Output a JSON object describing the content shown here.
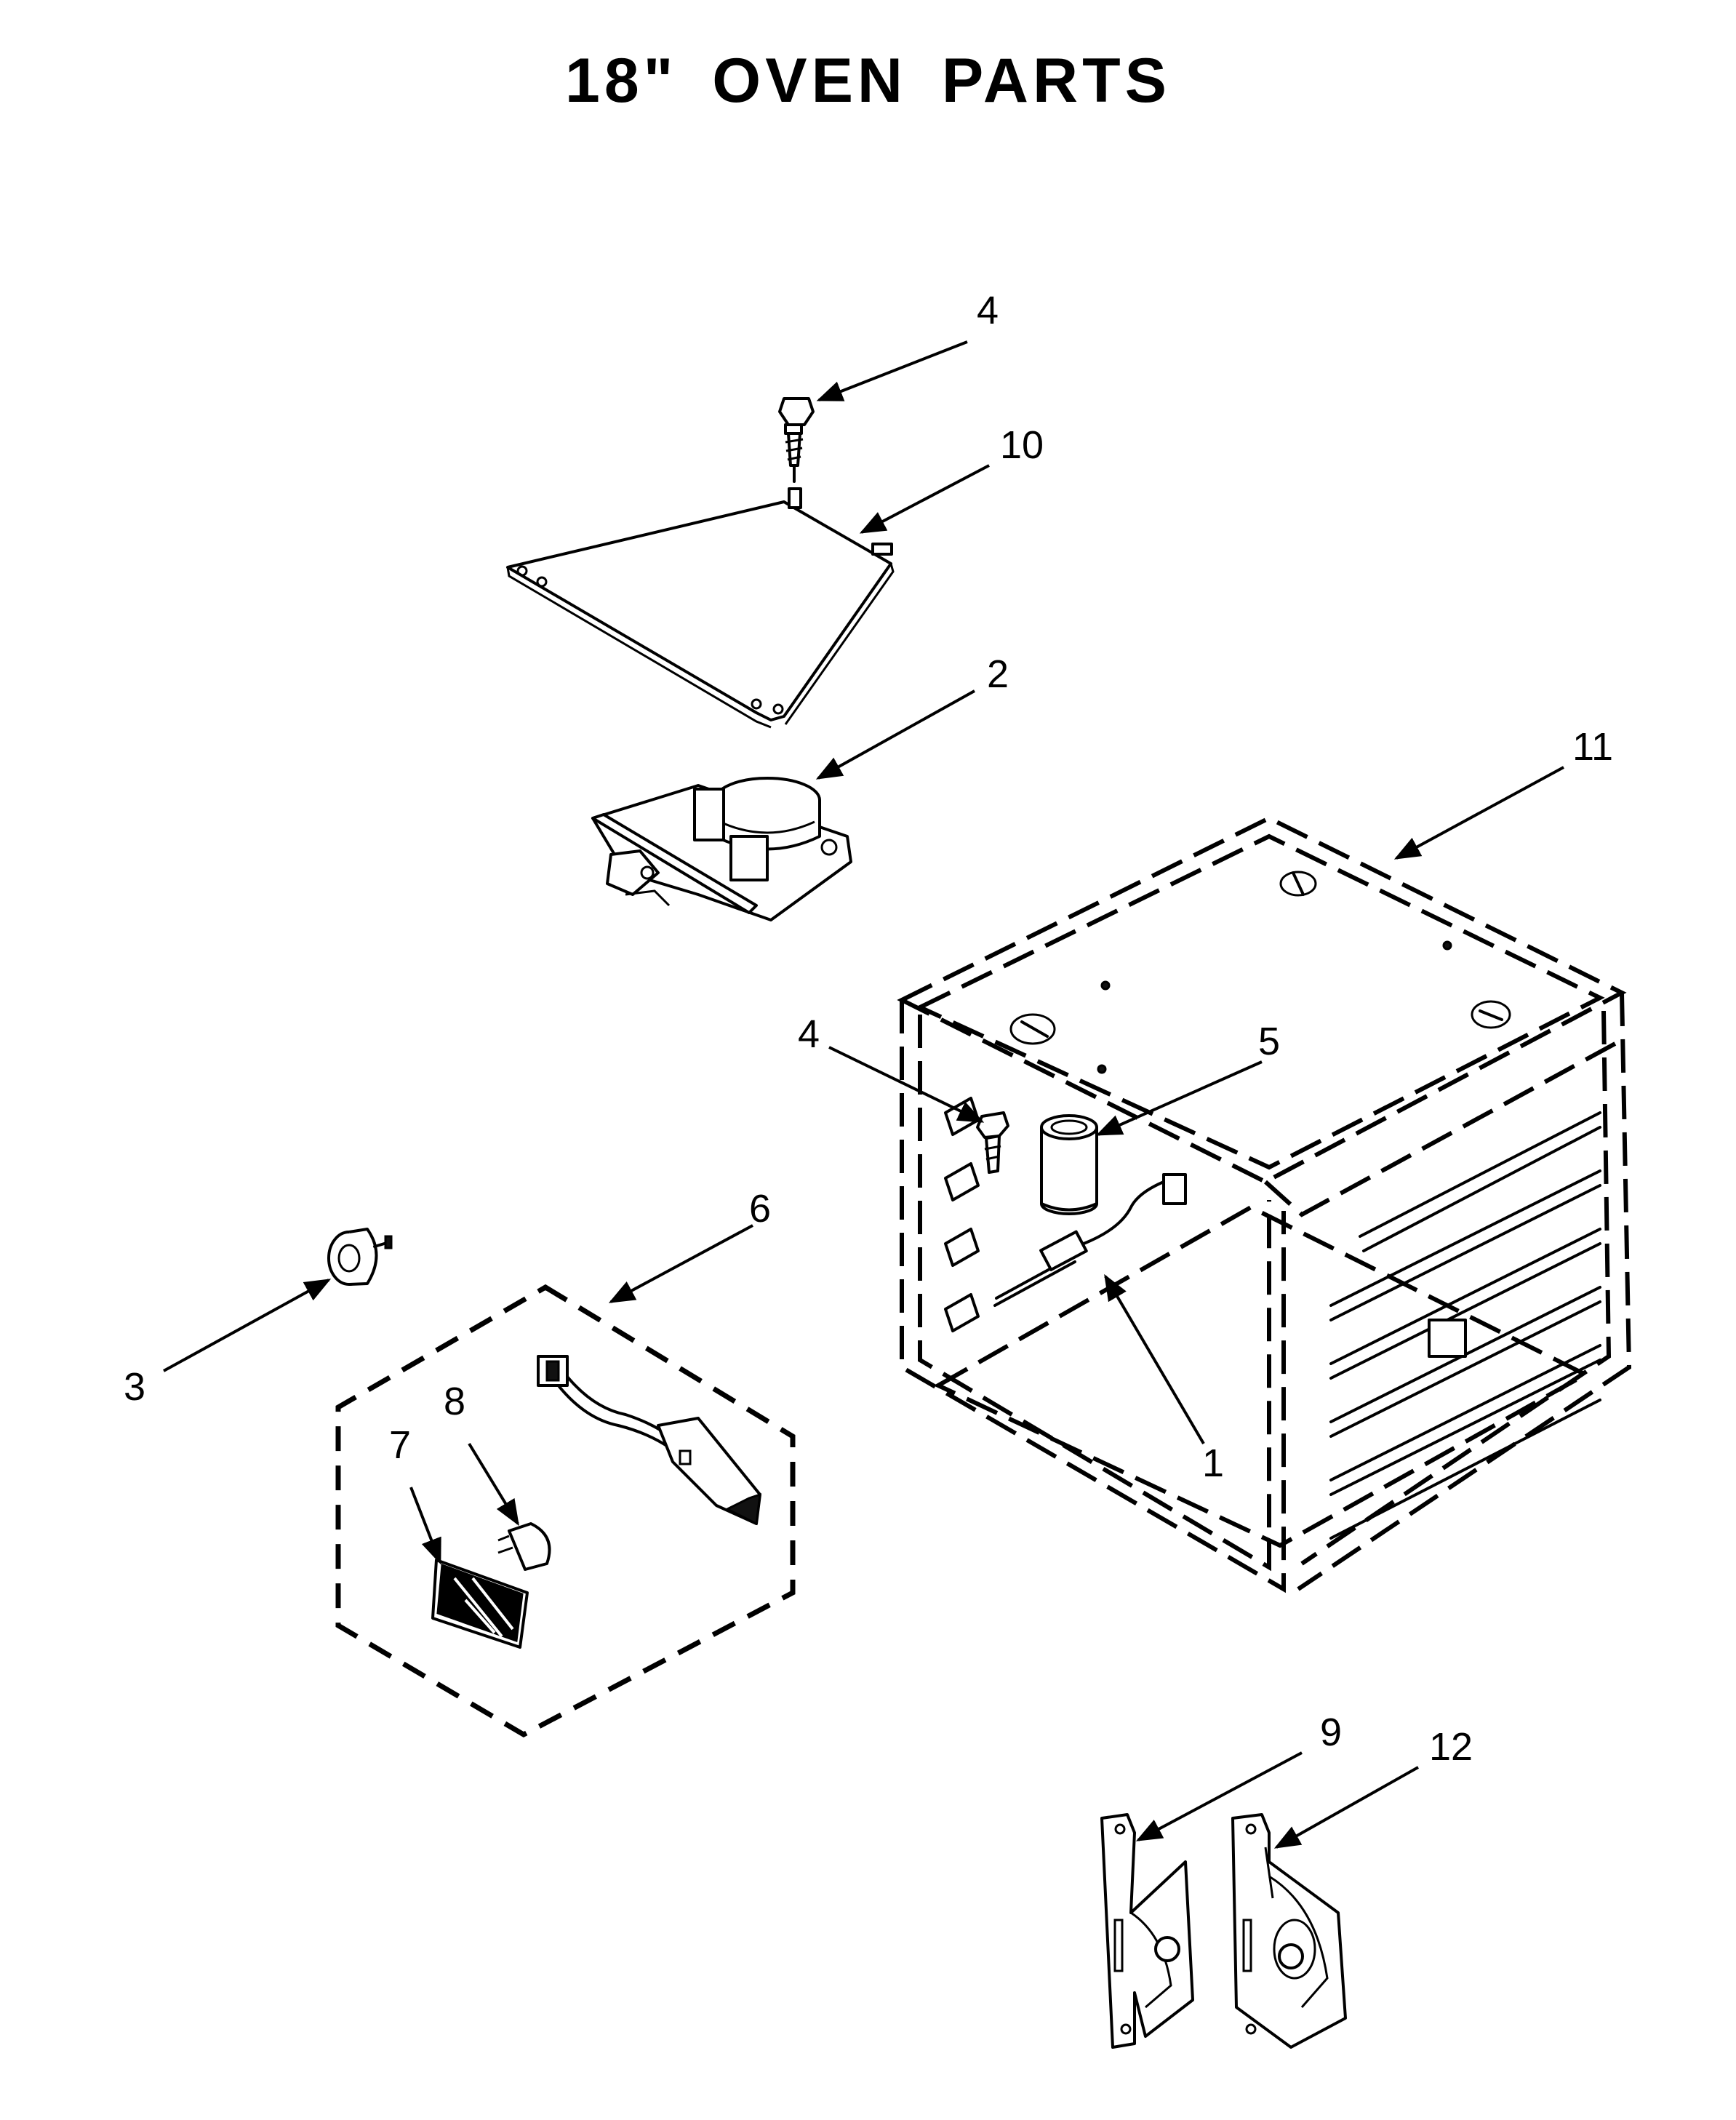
{
  "title": "18\" OVEN PARTS",
  "callouts": [
    {
      "id": "c4a",
      "label": "4"
    },
    {
      "id": "c10",
      "label": "10"
    },
    {
      "id": "c2",
      "label": "2"
    },
    {
      "id": "c11",
      "label": "11"
    },
    {
      "id": "c5",
      "label": "5"
    },
    {
      "id": "c4b",
      "label": "4"
    },
    {
      "id": "c6",
      "label": "6"
    },
    {
      "id": "c3",
      "label": "3"
    },
    {
      "id": "c8",
      "label": "8"
    },
    {
      "id": "c7",
      "label": "7"
    },
    {
      "id": "c1",
      "label": "1"
    },
    {
      "id": "c9",
      "label": "9"
    },
    {
      "id": "c12",
      "label": "12"
    }
  ]
}
